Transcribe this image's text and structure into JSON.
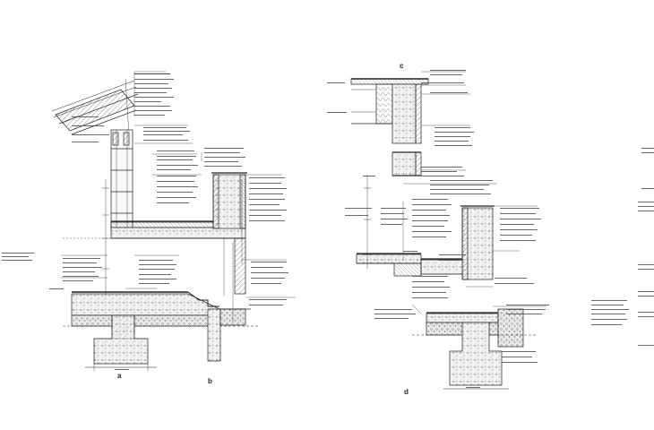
{
  "drawing": {
    "section_marks": {
      "left_a": "a",
      "left_b": "b",
      "right_top": "c",
      "right_bottom": "d"
    }
  }
}
